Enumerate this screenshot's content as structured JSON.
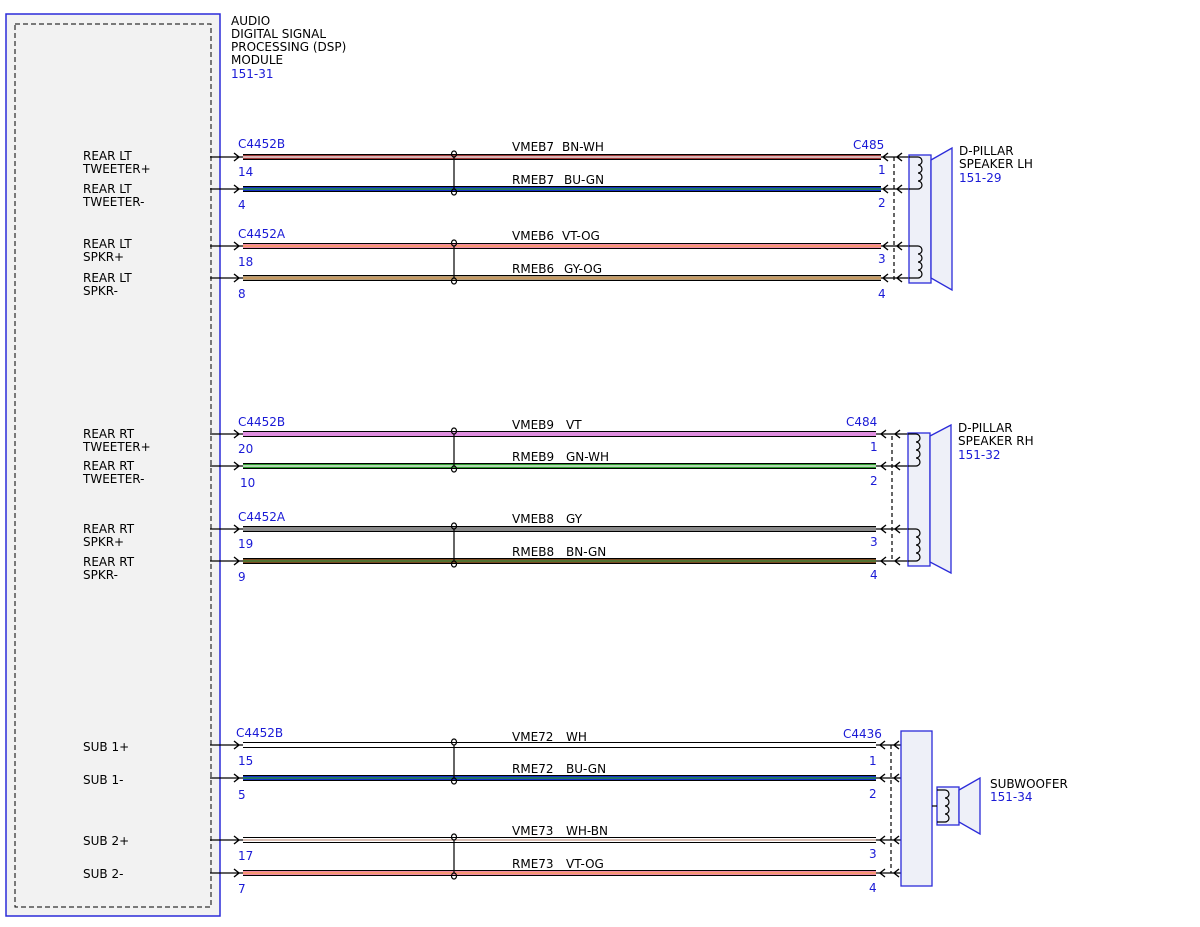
{
  "module": {
    "title_lines": [
      "AUDIO",
      "DIGITAL SIGNAL",
      "PROCESSING (DSP)",
      "MODULE"
    ],
    "ref": "151-31"
  },
  "pin_labels": [
    [
      "REAR LT",
      "TWEETER+"
    ],
    [
      "REAR LT",
      "TWEETER-"
    ],
    [
      "REAR LT",
      "SPKR+"
    ],
    [
      "REAR LT",
      "SPKR-"
    ],
    [
      "REAR RT",
      "TWEETER+"
    ],
    [
      "REAR RT",
      "TWEETER-"
    ],
    [
      "REAR RT",
      "SPKR+"
    ],
    [
      "REAR RT",
      "SPKR-"
    ],
    [
      "SUB 1+"
    ],
    [
      "SUB 1-"
    ],
    [
      "SUB 2+"
    ],
    [
      "SUB 2-"
    ]
  ],
  "connectors": {
    "left": [
      "C4452B",
      "C4452A",
      "C4452B",
      "C4452A",
      "C4452B"
    ],
    "right": [
      "C485",
      "C484",
      "C4436"
    ]
  },
  "wires": [
    {
      "circuit": "VMEB7",
      "color_code": "BN-WH",
      "pin_left": "14",
      "pin_right": "1",
      "color": "#9e3a3a",
      "stripe": "#ffffff"
    },
    {
      "circuit": "RMEB7",
      "color_code": "BU-GN",
      "pin_left": "4",
      "pin_right": "2",
      "color": "#1530c8",
      "stripe": "#2aa12a"
    },
    {
      "circuit": "VMEB6",
      "color_code": "VT-OG",
      "pin_left": "18",
      "pin_right": "3",
      "color": "#f08aa8",
      "stripe": "#f5a050"
    },
    {
      "circuit": "RMEB6",
      "color_code": "GY-OG",
      "pin_left": "8",
      "pin_right": "4",
      "color": "#b09a7a",
      "stripe": "#d49a55"
    },
    {
      "circuit": "VMEB9",
      "color_code": "VT",
      "pin_left": "20",
      "pin_right": "1",
      "color": "#e08fe0",
      "stripe": "#e08fe0"
    },
    {
      "circuit": "RMEB9",
      "color_code": "GN-WH",
      "pin_left": "10",
      "pin_right": "2",
      "color": "#2e9a2e",
      "stripe": "#ffffff"
    },
    {
      "circuit": "VMEB8",
      "color_code": "GY",
      "pin_left": "19",
      "pin_right": "3",
      "color": "#8a8a8a",
      "stripe": "#8a8a8a"
    },
    {
      "circuit": "RMEB8",
      "color_code": "BN-GN",
      "pin_left": "9",
      "pin_right": "4",
      "color": "#7a4a22",
      "stripe": "#3a8a3a"
    },
    {
      "circuit": "VME72",
      "color_code": "WH",
      "pin_left": "15",
      "pin_right": "1",
      "color": "#ffffff",
      "stripe": "#ffffff"
    },
    {
      "circuit": "RME72",
      "color_code": "BU-GN",
      "pin_left": "5",
      "pin_right": "2",
      "color": "#1530c8",
      "stripe": "#2aa12a"
    },
    {
      "circuit": "VME73",
      "color_code": "WH-BN",
      "pin_left": "17",
      "pin_right": "3",
      "color": "#ffffff",
      "stripe": "#c49a8a"
    },
    {
      "circuit": "RME73",
      "color_code": "VT-OG",
      "pin_left": "7",
      "pin_right": "4",
      "color": "#f08aa8",
      "stripe": "#f5a050"
    }
  ],
  "speakers": [
    {
      "name_lines": [
        "D-PILLAR",
        "SPEAKER LH"
      ],
      "ref": "151-29"
    },
    {
      "name_lines": [
        "D-PILLAR",
        "SPEAKER RH"
      ],
      "ref": "151-32"
    },
    {
      "name_lines": [
        "SUBWOOFER"
      ],
      "ref": "151-34"
    }
  ]
}
